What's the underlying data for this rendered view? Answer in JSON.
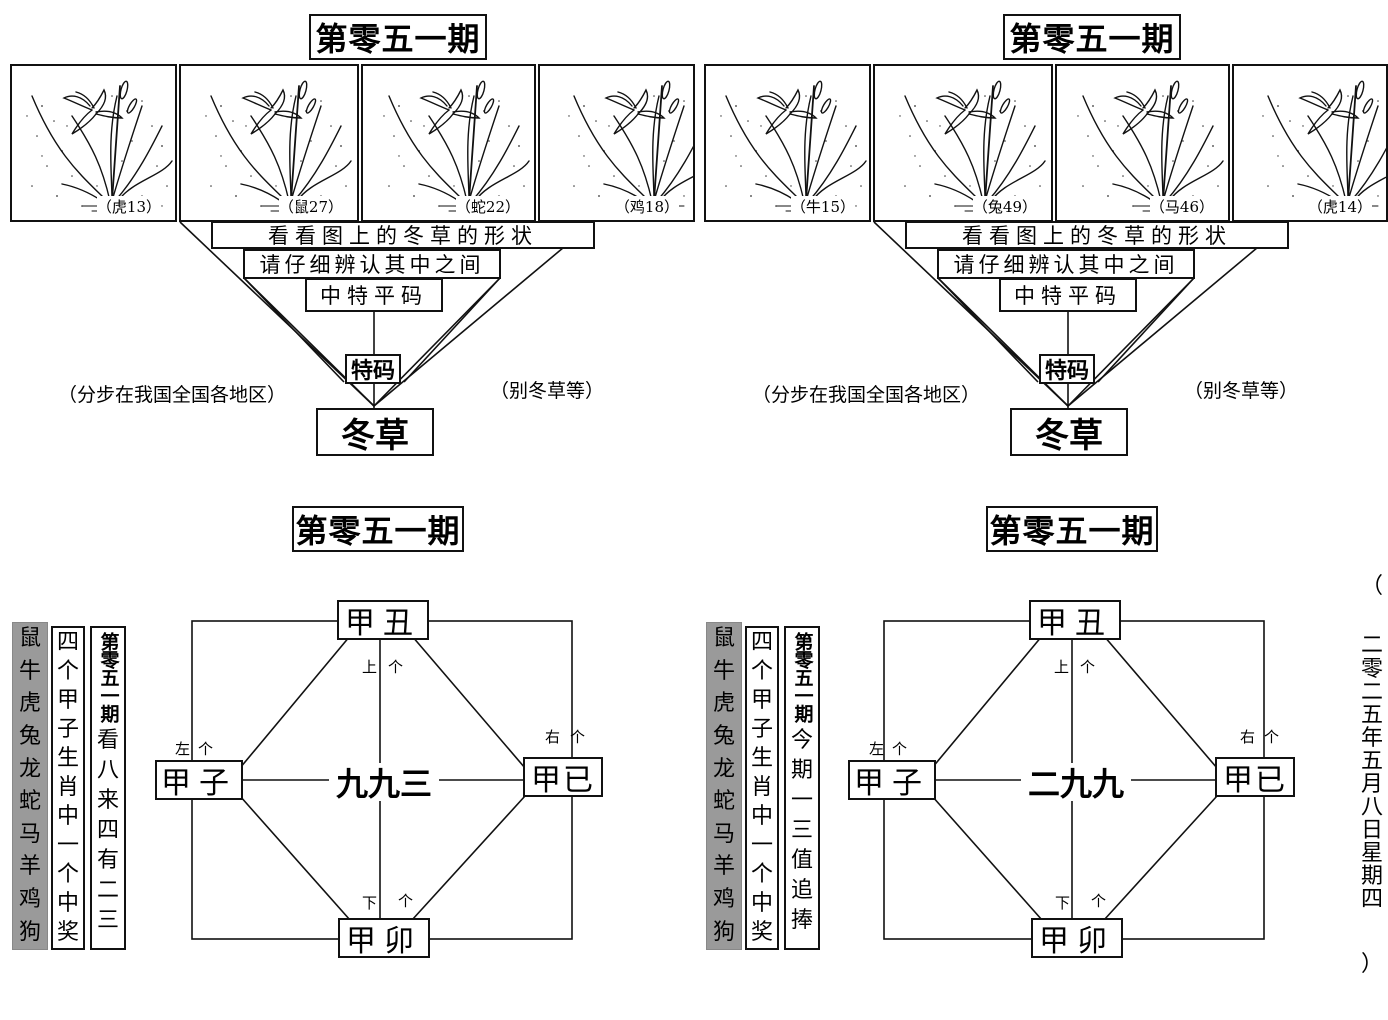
{
  "top": [
    {
      "title": "第零五一期",
      "panels": [
        "（虎13）",
        "（鼠27）",
        "（蛇22）",
        "（鸡18）"
      ],
      "row1": "看看图上的冬草的形状",
      "row2": "请仔细辨认其中之间",
      "row3": "中特平码",
      "tema": "特码",
      "dongcao": "冬草",
      "note_left": "（分步在我国全国各地区）",
      "note_right": "（别冬草等）"
    },
    {
      "title": "第零五一期",
      "panels": [
        "（牛15）",
        "（兔49）",
        "（马46）",
        "（虎14）"
      ],
      "row1": "看看图上的冬草的形状",
      "row2": "请仔细辨认其中之间",
      "row3": "中特平码",
      "tema": "特码",
      "dongcao": "冬草",
      "note_left": "（分步在我国全国各地区）",
      "note_right": "（别冬草等）"
    }
  ],
  "bottom": [
    {
      "title": "第零五一期",
      "col_gray": [
        "鼠",
        "牛",
        "虎",
        "兔",
        "龙",
        "蛇",
        "马",
        "羊",
        "鸡",
        "狗"
      ],
      "col_mid": [
        "四",
        "个",
        "甲",
        "子",
        "生",
        "肖",
        "中",
        "一",
        "个",
        "中",
        "奖"
      ],
      "col_right": [
        "第零五一期",
        "看",
        "八",
        "来",
        "四",
        "有",
        "二",
        "三"
      ],
      "node_top": "甲丑",
      "node_left": "甲子",
      "node_right": "甲已",
      "node_bottom": "甲卯",
      "center": "九九三",
      "lbl_top_a": "上",
      "lbl_top_b": "个",
      "lbl_left_a": "左",
      "lbl_left_b": "个",
      "lbl_right_a": "右",
      "lbl_right_b": "个",
      "lbl_bottom_a": "下",
      "lbl_bottom_b": "个"
    },
    {
      "title": "第零五一期",
      "col_gray": [
        "鼠",
        "牛",
        "虎",
        "兔",
        "龙",
        "蛇",
        "马",
        "羊",
        "鸡",
        "狗"
      ],
      "col_mid": [
        "四",
        "个",
        "甲",
        "子",
        "生",
        "肖",
        "中",
        "一",
        "个",
        "中",
        "奖"
      ],
      "col_right": [
        "第零五一期",
        "今",
        "期",
        "一",
        "三",
        "值",
        "追",
        "捧"
      ],
      "node_top": "甲丑",
      "node_left": "甲子",
      "node_right": "甲已",
      "node_bottom": "甲卯",
      "center": "二九九",
      "lbl_top_a": "上",
      "lbl_top_b": "个",
      "lbl_left_a": "左",
      "lbl_left_b": "个",
      "lbl_right_a": "右",
      "lbl_right_b": "个",
      "lbl_bottom_a": "下",
      "lbl_bottom_b": "个"
    }
  ],
  "date": {
    "open": "（",
    "chars": [
      "二",
      "零",
      "二",
      "五",
      "年",
      "五",
      "月",
      "八",
      "日",
      "星",
      "期",
      "四"
    ],
    "close": "）"
  }
}
